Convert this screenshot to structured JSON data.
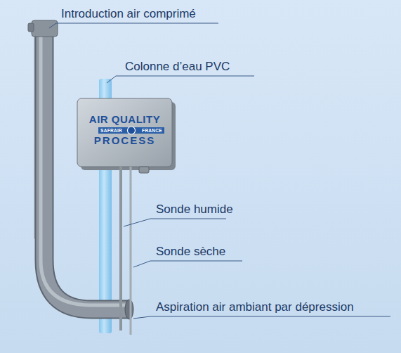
{
  "diagram": {
    "nodes": [
      {
        "text": [
          "AIR QUALITY",
          "SAFRAIR",
          "FRANCE",
          "PROCESS"
        ]
      }
    ],
    "labels": [
      "Introduction air comprimé",
      "Colonne d’eau PVC",
      "Sonde humide",
      "Sonde sèche",
      "Aspiration air ambiant par dépression"
    ]
  }
}
